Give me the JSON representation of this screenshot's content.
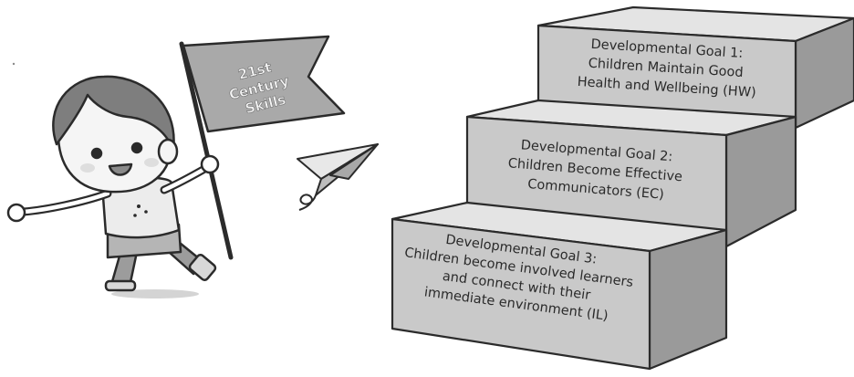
{
  "flag": {
    "lines": [
      "21st",
      "Century",
      "Skills"
    ]
  },
  "steps": [
    {
      "id": "goal-1",
      "lines": [
        "Developmental Goal 1:",
        "Children Maintain Good",
        "Health and Wellbeing (HW)"
      ]
    },
    {
      "id": "goal-2",
      "lines": [
        "Developmental Goal 2:",
        "Children Become Effective",
        "Communicators (EC)"
      ]
    },
    {
      "id": "goal-3",
      "lines": [
        "Developmental Goal 3:",
        "Children become involved learners",
        "and connect with their",
        "immediate environment (IL)"
      ]
    }
  ],
  "colors": {
    "step_front": "#c9c9c9",
    "step_top": "#e4e4e4",
    "step_side": "#9a9a9a",
    "outline": "#2b2b2b"
  }
}
